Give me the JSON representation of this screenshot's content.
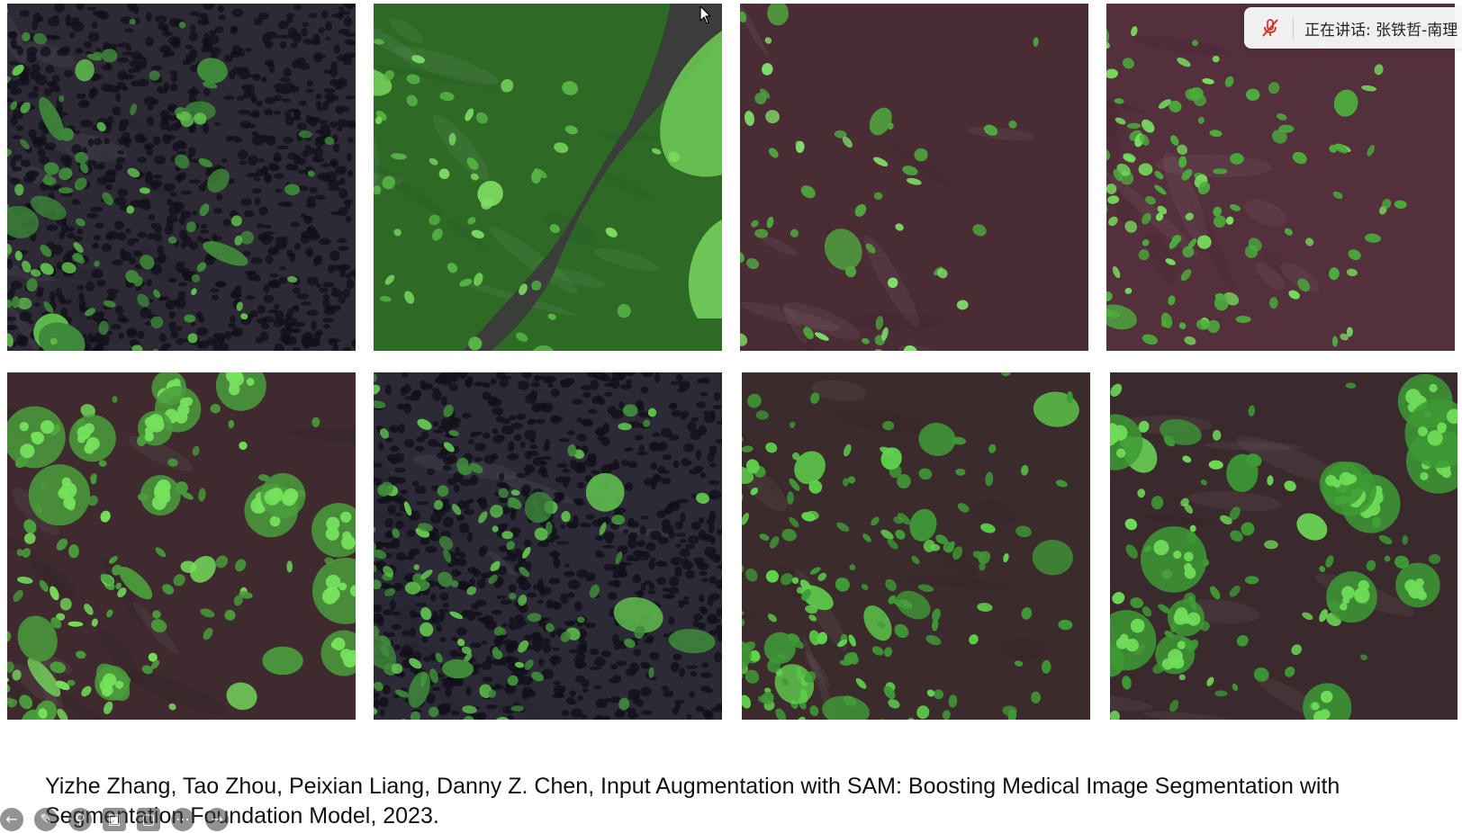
{
  "speaker_bar": {
    "mic_icon": "mic-muted-icon",
    "text": "正在讲话: 张铁哲-南理"
  },
  "citation": {
    "text": "Yizhe Zhang, Tao Zhou, Peixian Liang, Danny Z. Chen, Input Augmentation with SAM: Boosting Medical Image Segmentation with Segmentation Foundation Model, 2023."
  },
  "toolbar": {
    "icons": [
      "back-arrow-icon",
      "pen-icon",
      "search-icon",
      "monitor-icon",
      "crop-icon",
      "more-icon",
      "forward-arrow-icon"
    ]
  },
  "tiles": [
    {
      "id": 1,
      "style": "dark-dense",
      "background": "#2d2a35",
      "cells": "#3f8a3a",
      "bright": "#61c24e"
    },
    {
      "id": 2,
      "style": "green-overlay",
      "background": "#2e6a26",
      "cells": "#57b845",
      "bright": "#7ddc63"
    },
    {
      "id": 3,
      "style": "maroon-sparse",
      "background": "#4a2c35",
      "cells": "#4fa83f",
      "bright": "#7fe06a"
    },
    {
      "id": 4,
      "style": "maroon-dots",
      "background": "#53303c",
      "cells": "#4cae3c",
      "bright": "#77e05e"
    },
    {
      "id": 5,
      "style": "maroon-round",
      "background": "#3e2a2f",
      "cells": "#4a9e3c",
      "bright": "#76e05c"
    },
    {
      "id": 6,
      "style": "dark-dense",
      "background": "#2c2a36",
      "cells": "#3f8b3a",
      "bright": "#62c44f"
    },
    {
      "id": 7,
      "style": "maroon-dense",
      "background": "#3c2b2c",
      "cells": "#3f9a37",
      "bright": "#5fd44c"
    },
    {
      "id": 8,
      "style": "maroon-clusters",
      "background": "#3a2a2e",
      "cells": "#3d9a34",
      "bright": "#6fdc58"
    }
  ]
}
